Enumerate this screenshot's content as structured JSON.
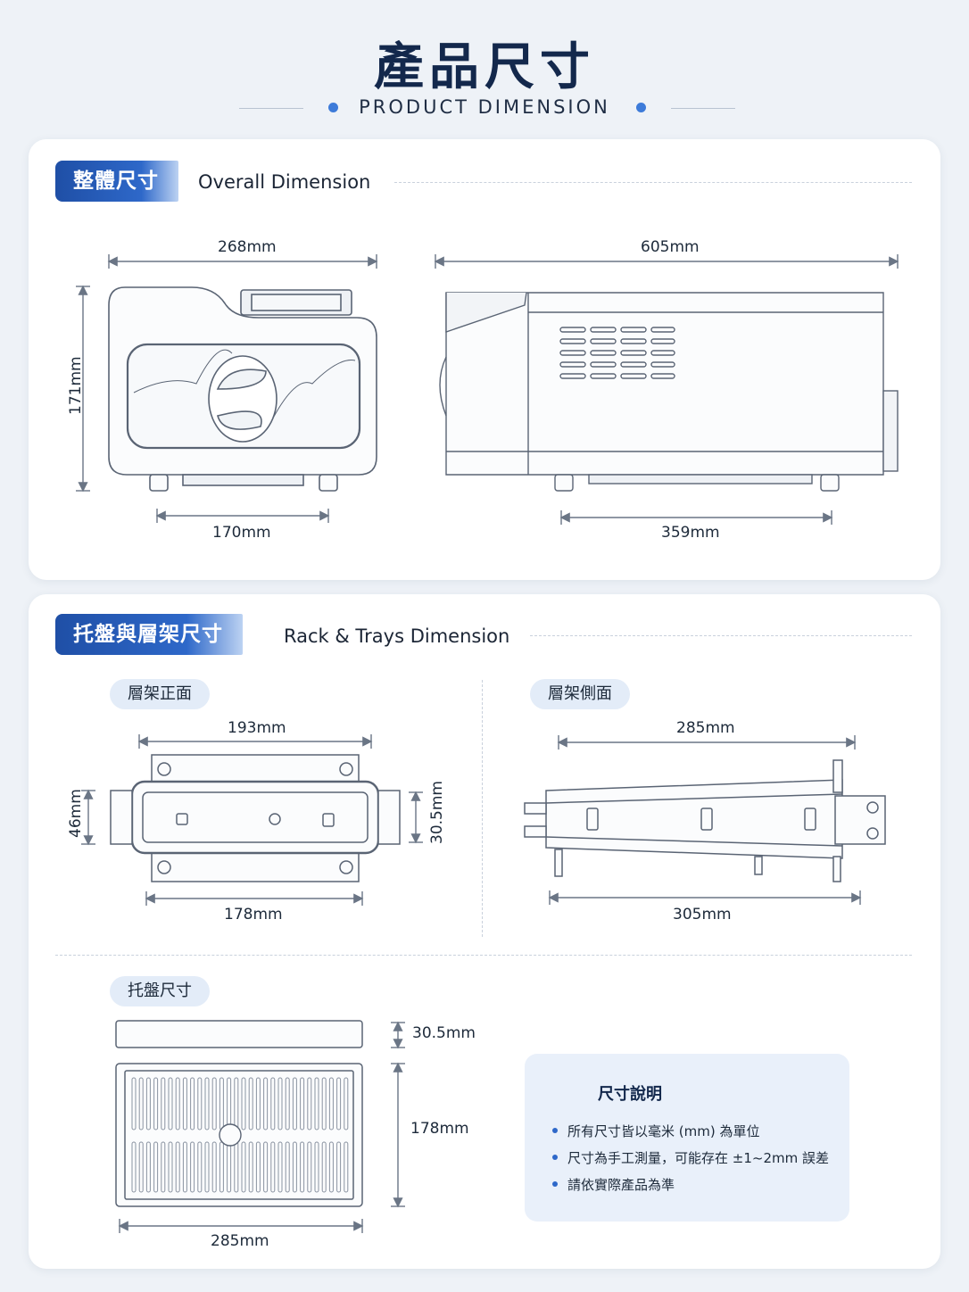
{
  "header": {
    "title": "產品尺寸",
    "subtitle": "PRODUCT DIMENSION"
  },
  "overall": {
    "badge": "整體尺寸",
    "badge_en": "Overall Dimension",
    "front_width": "268mm",
    "front_height": "171mm",
    "front_feet": "170mm",
    "side_length": "605mm",
    "side_feet": "359mm"
  },
  "rack": {
    "badge": "托盤與層架尺寸",
    "badge_en": "Rack & Trays Dimension",
    "front_label": "層架正面",
    "front_width": "193mm",
    "front_inner": "178mm",
    "front_height": "46mm",
    "front_depth": "30.5mm",
    "side_label": "層架側面",
    "side_top": "285mm",
    "side_bottom": "305mm",
    "tray_label": "托盤尺寸",
    "tray_height": "30.5mm",
    "tray_depth": "178mm",
    "tray_width": "285mm"
  },
  "notes": {
    "title": "尺寸說明",
    "items": [
      "所有尺寸皆以毫米 (mm) 為單位",
      "尺寸為手工測量，可能存在 ±1~2mm 誤差",
      "請依實際產品為準"
    ]
  },
  "colors": {
    "accent": "#2e68c9",
    "title": "#13284c",
    "background": "#eef2f7"
  }
}
